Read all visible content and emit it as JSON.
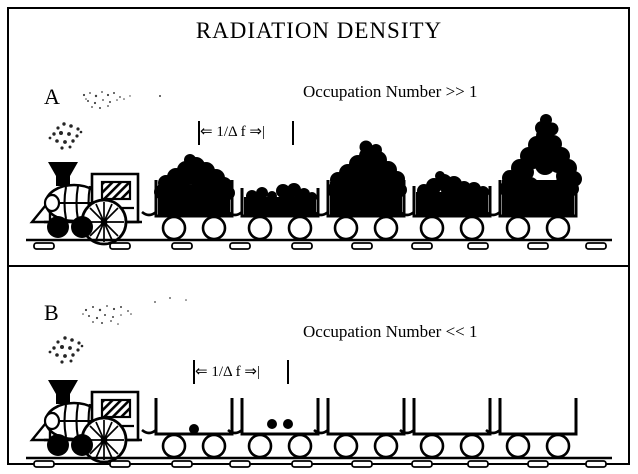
{
  "figure": {
    "title": "RADIATION   DENSITY",
    "background_color": "#ffffff",
    "ink_color": "#000000",
    "border_color": "#000000"
  },
  "panels": [
    {
      "id": "panel-a",
      "letter": "A",
      "caption": "Occupation Number >> 1",
      "measure_label": "1/Δ f",
      "measure_left_bracket": "|",
      "measure_left_arrow": "⇐",
      "measure_right_arrow": "⇒",
      "measure_right_bracket": "|",
      "description": "Steam locomotive pulling five open hopper cars heaped with large piles of black quanta",
      "cars": [
        {
          "index": 1,
          "fill": "heaped",
          "pile_height": 52,
          "pile_width": 74,
          "quanta_count": 60
        },
        {
          "index": 2,
          "fill": "low",
          "pile_height": 16,
          "pile_width": 74,
          "quanta_count": 24
        },
        {
          "index": 3,
          "fill": "heaped",
          "pile_height": 58,
          "pile_width": 74,
          "quanta_count": 64
        },
        {
          "index": 4,
          "fill": "medium",
          "pile_height": 30,
          "pile_width": 74,
          "quanta_count": 36
        },
        {
          "index": 5,
          "fill": "tall",
          "pile_height": 84,
          "pile_width": 74,
          "quanta_count": 78
        }
      ]
    },
    {
      "id": "panel-b",
      "letter": "B",
      "caption": "Occupation Number << 1",
      "measure_label": "1/Δ f",
      "measure_left_bracket": "|",
      "measure_left_arrow": "⇐",
      "measure_right_arrow": "⇒",
      "measure_right_bracket": "|",
      "description": "Steam locomotive pulling five empty open cars containing only isolated single quanta",
      "cars": [
        {
          "index": 1,
          "fill": "empty",
          "quanta_count": 1
        },
        {
          "index": 2,
          "fill": "empty",
          "quanta_count": 2
        },
        {
          "index": 3,
          "fill": "empty",
          "quanta_count": 0
        },
        {
          "index": 4,
          "fill": "empty",
          "quanta_count": 0
        },
        {
          "index": 5,
          "fill": "empty",
          "quanta_count": 0
        }
      ]
    }
  ],
  "locomotive": {
    "parts": [
      "funnel",
      "boiler",
      "boiler-ribs",
      "cab",
      "cab-window-hatched",
      "drive-wheel-spoked",
      "front-wheels",
      "cowcatcher",
      "smoke-puffs"
    ]
  },
  "track": {
    "rail": "solid-line",
    "tie_count": 10
  }
}
